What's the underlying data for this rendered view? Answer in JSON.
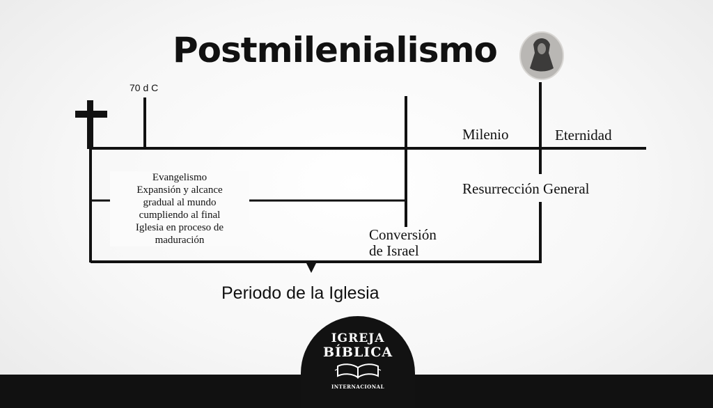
{
  "title": "Postmilenialismo",
  "labels": {
    "year": "70 d C",
    "milenio": "Milenio",
    "eternidad": "Eternidad",
    "resurreccion": "Resurrección General",
    "conversion": [
      "Conversión",
      "de Israel"
    ],
    "evangelismo": [
      "Evangelismo",
      "Expansión y alcance",
      "gradual al mundo",
      "cumpliendo al final",
      "Iglesia en proceso de",
      "maduración"
    ],
    "periodo": "Periodo de la Iglesia"
  },
  "brand": {
    "line1": "IGREJA",
    "line2": "BÍBLICA",
    "line3": "INTERNACIONAL"
  },
  "icons": {
    "cross": "cross-icon",
    "christ_portrait": "christ-portrait-icon",
    "book": "open-book-icon"
  },
  "colors": {
    "ink": "#111111",
    "portrait_bg": "#b9b7b4",
    "footer": "#111111"
  }
}
